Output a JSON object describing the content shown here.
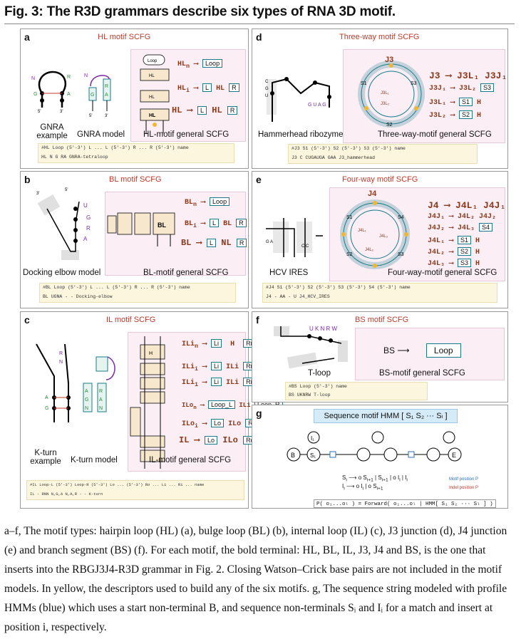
{
  "figure": {
    "title": "Fig. 3: The R3D grammars describe six types of RNA 3D motif.",
    "panels": {
      "a": {
        "label": "a",
        "title": "HL motif SCFG",
        "captions": [
          "GNRA example",
          "GNRA model",
          "HL-motif general SCFG"
        ],
        "rules": [
          "HL",
          "Loop",
          "HL",
          "L",
          "HL",
          "R",
          "HL",
          "L",
          "HL",
          "R"
        ],
        "table_header": "#HL  Loop (5'-3')  L ... L (5'-3')  R ... R (5'-3')   name",
        "table_row": "HL  N   G   RA   GNRA-tetraloop"
      },
      "b": {
        "label": "b",
        "title": "BL motif SCFG",
        "captions": [
          "Docking elbow model",
          "BL-motif general SCFG"
        ],
        "table_header": "#BL  Loop (5'-3')  L ... L (5'-3')  R ... R (5'-3')   name",
        "table_row": "BL  UGNA   -   -   Docking-elbow"
      },
      "c": {
        "label": "c",
        "title": "IL motif SCFG",
        "captions": [
          "K-turn example",
          "K-turn model",
          "IL-motif general SCFG"
        ],
        "table_header": "#IL  Loop-L (5'-3')  Loop-R (5'-3')  Lo ... (5'-3')  Ro ...  Li ...  Ri ...  name",
        "table_row": "IL  -   RNN   N,G,A   N,A,R   -   -   K-turn"
      },
      "d": {
        "label": "d",
        "title": "Three-way motif SCFG",
        "captions": [
          "Hammerhead ribozyme",
          "Three-way-motif general SCFG"
        ],
        "table_header": "#J3   S1 (5'-3')   S2 (5'-3')   S3 (5'-3')   name",
        "table_row": "J3   C   CUGAUGA   GAA   J3_hammerhead"
      },
      "e": {
        "label": "e",
        "title": "Four-way motif SCFG",
        "captions": [
          "HCV IRES",
          "Four-way-motif general SCFG"
        ],
        "table_header": "#J4   S1 (5'-3')   S2 (5'-3')   S3 (5'-3')   S4 (5'-3')   name",
        "table_row": "J4   -   AA   -   U   J4_HCV_IRES"
      },
      "f": {
        "label": "f",
        "title": "BS motif SCFG",
        "captions": [
          "T-loop",
          "BS-motif general SCFG"
        ],
        "rule_left": "BS",
        "rule_right": "Loop",
        "table_header": "#BS   Loop (5'-3')   name",
        "table_row": "BS   UKNRW   T-loop"
      },
      "g": {
        "label": "g",
        "title": "Sequence motif HMM [ S₁ S₂ ··· Sₗ ]",
        "legend1": "Motif position P",
        "legend2": "Indel position P",
        "formula": "P( o₁...oₗ ) = Forward( o₁...oₗ | HMM[ S₁ S₂ ··· Sₗ ] )"
      }
    }
  },
  "caption": {
    "part1": "a–f",
    "part2": ", The motif types: hairpin loop (HL) (",
    "text": "a–f, The motif types: hairpin loop (HL) (a), bulge loop (BL) (b), internal loop (IL) (c), J3 junction (d), J4 junction (e) and branch segment (BS) (f). For each motif, the bold terminal: HL, BL, IL, J3, J4 and BS, is the one that inserts into the RBGJ3J4-R3D grammar in Fig. 2. Closing Watson–Crick base pairs are not included in the motif models. In yellow, the descriptors used to build any of the six motifs. g, The sequence string modeled with profile HMMs (blue) which uses a start non-terminal B, and sequence non-terminals Sᵢ and Iᵢ for a match and insert at position i, respectively."
  },
  "colors": {
    "accent_red": "#c0392b",
    "pink": "#fbeef5",
    "yellow": "#fbf6dd",
    "teal": "#1a7a8a",
    "blue": "#2b6fb6"
  }
}
